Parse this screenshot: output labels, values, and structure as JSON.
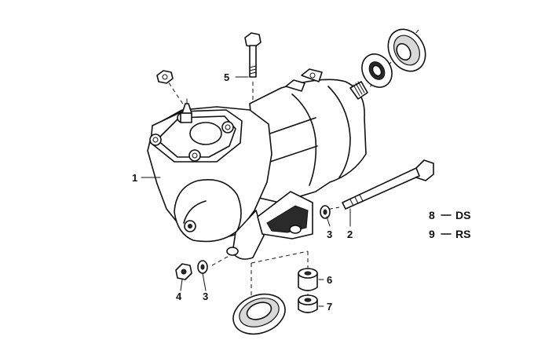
{
  "callouts": [
    {
      "id": "1",
      "label": "1"
    },
    {
      "id": "2",
      "label": "2"
    },
    {
      "id": "3a",
      "label": "3"
    },
    {
      "id": "3b",
      "label": "3"
    },
    {
      "id": "4",
      "label": "4"
    },
    {
      "id": "5",
      "label": "5"
    },
    {
      "id": "6",
      "label": "6"
    },
    {
      "id": "7",
      "label": "7"
    }
  ],
  "legend": [
    {
      "num": "8",
      "code": "DS"
    },
    {
      "num": "9",
      "code": "RS"
    }
  ]
}
